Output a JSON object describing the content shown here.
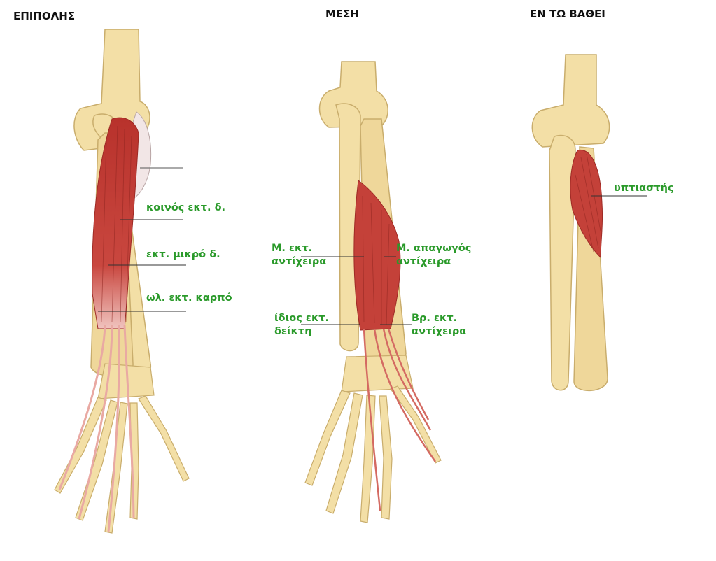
{
  "headings": {
    "superficial": "ΕΠΙΠΟΛΗΣ",
    "middle": "ΜΕΣΗ",
    "deep": "ΕΝ ΤΩ ΒΑΘΕΙ"
  },
  "labels": {
    "ext_digitorum": "κοινός εκτ. δ.",
    "ext_digiti_minimi": "εκτ. μικρό δ.",
    "ext_carpi_ulnaris": "ωλ. εκτ. καρπό",
    "ext_pollicis_longus_1": "Μ. εκτ.",
    "ext_pollicis_longus_2": "αντίχειρα",
    "abd_pollicis_longus_1": "Μ. απαγωγός",
    "abd_pollicis_longus_2": "αντίχειρα",
    "ext_indicis_1": "ίδιος εκτ.",
    "ext_indicis_2": "δείκτη",
    "ext_pollicis_brevis_1": "Βρ. εκτ.",
    "ext_pollicis_brevis_2": "αντίχειρα",
    "supinator": "υπτιαστής"
  },
  "colors": {
    "bone": "#f3dfa6",
    "bone_edge": "#c9ad6c",
    "muscle": "#c8413a",
    "muscle_dark": "#9e2a25",
    "tendon": "#f2c6c2",
    "label_text": "#2a9a2a",
    "leader": "#333333"
  }
}
